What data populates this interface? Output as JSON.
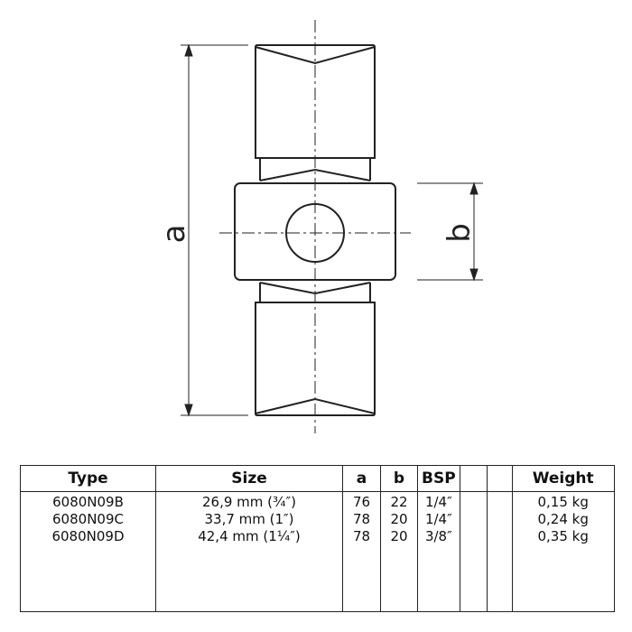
{
  "drawing": {
    "dimension_a": "a",
    "dimension_b": "b"
  },
  "table": {
    "headers": [
      "Type",
      "Size",
      "a",
      "b",
      "BSP",
      "",
      "",
      "Weight"
    ],
    "rows": [
      [
        "6080N09B",
        "26,9 mm (¾″)",
        "76",
        "22",
        "1/4″",
        "",
        "",
        "0,15 kg"
      ],
      [
        "6080N09C",
        "33,7 mm (1″)",
        "78",
        "20",
        "1/4″",
        "",
        "",
        "0,24 kg"
      ],
      [
        "6080N09D",
        "42,4 mm (1¼″)",
        "78",
        "20",
        "3/8″",
        "",
        "",
        "0,35 kg"
      ]
    ]
  }
}
